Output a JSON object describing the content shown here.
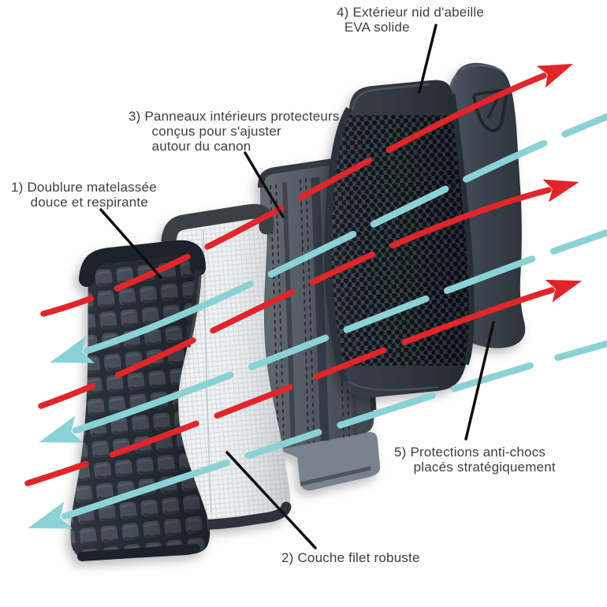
{
  "figure": {
    "description": "Exploded diagram of a ventilated horse tendon boot with five numbered layers and airflow arrows",
    "background": "#ffffff",
    "labels": [
      {
        "id": 1,
        "text": "1) Doublure matelassée\n     douce et respirante"
      },
      {
        "id": 2,
        "text": "2) Couche filet robuste"
      },
      {
        "id": 3,
        "text": "3) Panneaux intérieurs protecteurs\n      conçus pour s'ajuster\n      autour du canon"
      },
      {
        "id": 4,
        "text": "4) Extérieur nid d'abeille\n  EVA solide"
      },
      {
        "id": 5,
        "text": "5) Protections anti-chocs\n     placés stratégiquement"
      }
    ],
    "layers": [
      {
        "id": 1,
        "name": "doublure-matelassee"
      },
      {
        "id": 2,
        "name": "couche-filet"
      },
      {
        "id": 3,
        "name": "panneaux-interieurs"
      },
      {
        "id": 4,
        "name": "exterieur-nid-abeille-eva"
      },
      {
        "id": 5,
        "name": "protections-anti-chocs"
      }
    ],
    "colors": {
      "airflow_in": "#e2242b",
      "airflow_out": "#8bd2d6",
      "pointer": "#0e0e0e",
      "text": "#3e3f42"
    }
  }
}
